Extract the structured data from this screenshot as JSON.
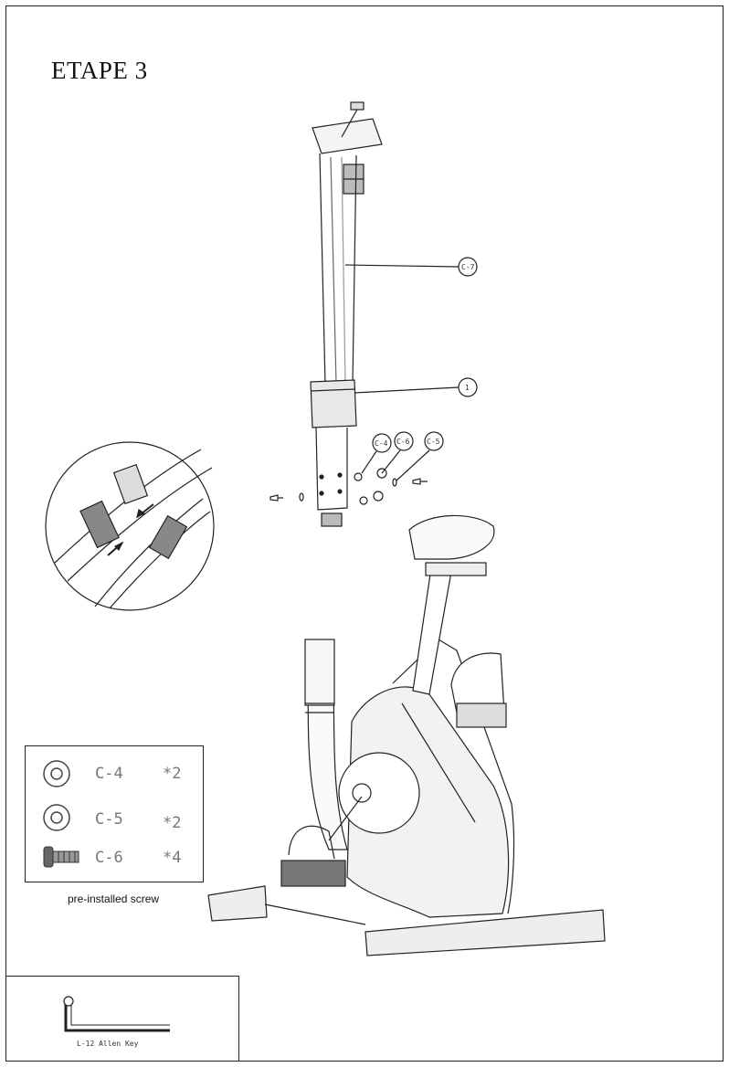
{
  "step_title": "ETAPE 3",
  "callouts": {
    "post": "C-7",
    "sleeve": "1",
    "washer_a": "C-4",
    "washer_b": "C-6",
    "washer_c": "C-5"
  },
  "parts": [
    {
      "icon": "washer-icon",
      "code": "C-4",
      "qty": "*2"
    },
    {
      "icon": "washer-icon",
      "code": "C-5",
      "qty": "*2"
    },
    {
      "icon": "screw-icon",
      "code": "C-6",
      "qty": "*4"
    }
  ],
  "parts_caption": "pre-installed screw",
  "tool_label": "L-12 Allen Key"
}
